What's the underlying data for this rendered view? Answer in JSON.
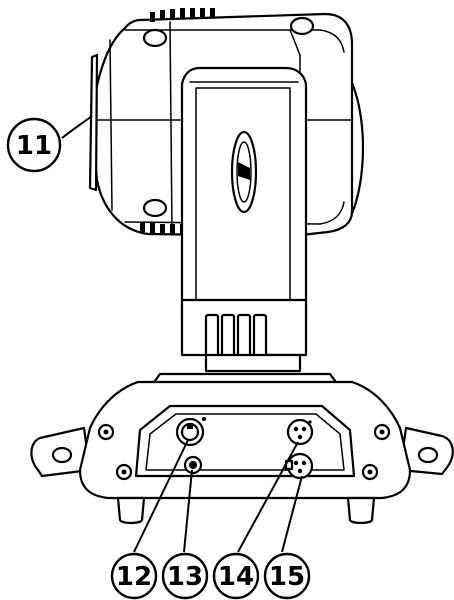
{
  "callouts": [
    {
      "id": "11",
      "label": "11"
    },
    {
      "id": "12",
      "label": "12"
    },
    {
      "id": "13",
      "label": "13"
    },
    {
      "id": "14",
      "label": "14"
    },
    {
      "id": "15",
      "label": "15"
    }
  ]
}
